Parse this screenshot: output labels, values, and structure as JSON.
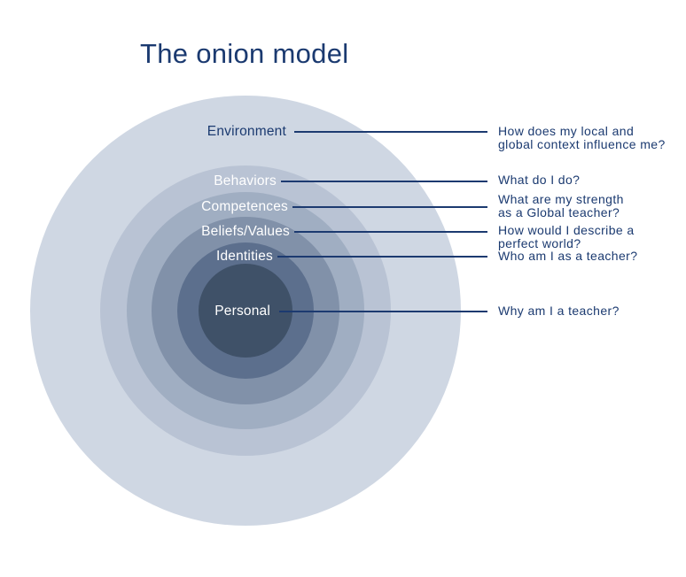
{
  "title": "The onion model",
  "colors": {
    "background": "#ffffff",
    "text_navy": "#1b3a70",
    "connector_line": "#1c3a70",
    "inner_label_text": "#ffffff"
  },
  "layers": [
    {
      "label": "Environment",
      "ring_color": "#cfd7e3",
      "question": "How does my local and\nglobal context influence me?"
    },
    {
      "label": "Behaviors",
      "ring_color": "#b9c3d4",
      "question": "What do I do?"
    },
    {
      "label": "Competences",
      "ring_color": "#a0aec2",
      "question": "What are my strength\nas a Global teacher?"
    },
    {
      "label": "Beliefs/Values",
      "ring_color": "#8191a9",
      "question": "How would I describe a\nperfect world?"
    },
    {
      "label": "Identities",
      "ring_color": "#5c6f8d",
      "question": "Who am I as a teacher?"
    },
    {
      "label": "Personal",
      "ring_color": "#3f5168",
      "question": "Why am I a teacher?"
    }
  ]
}
